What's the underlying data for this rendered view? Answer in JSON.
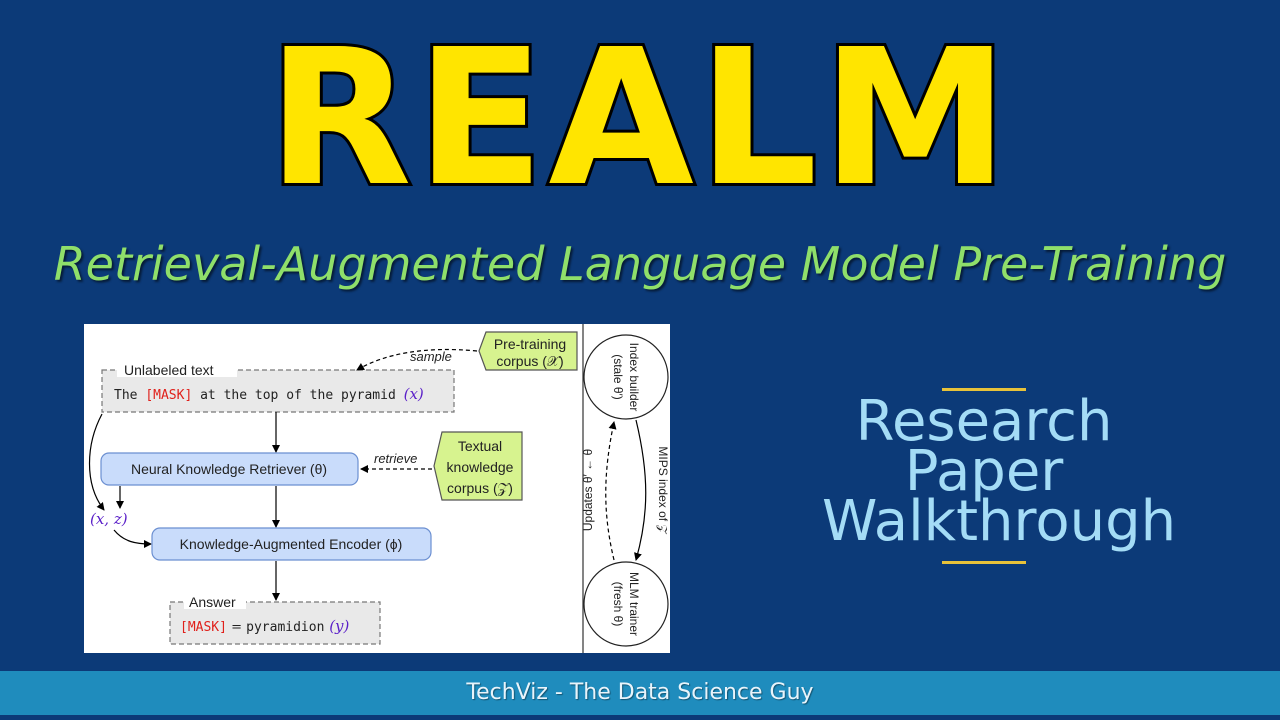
{
  "header": {
    "title": "REALM",
    "subtitle": "Retrieval-Augmented Language Model Pre-Training"
  },
  "figure": {
    "unlabeled_label": "Unlabeled text",
    "sentence_pre": "The ",
    "mask_token": "[MASK]",
    "sentence_post": " at the top of the pyramid ",
    "x_var": "(x)",
    "pretraining_line1": "Pre-training",
    "pretraining_line2": "corpus (𝒳)",
    "sample_label": "sample",
    "retriever_label": "Neural Knowledge Retriever (θ)",
    "retrieve_label": "retrieve",
    "textual_line1": "Textual",
    "textual_line2": "knowledge",
    "textual_line3": "corpus (𝒵)",
    "xz_label": "(x, z)",
    "encoder_label": "Knowledge-Augmented Encoder (ϕ)",
    "answer_label": "Answer",
    "answer_mask": "[MASK]",
    "answer_eq": " = ",
    "answer_word": "pyramidion",
    "y_var": " (y)",
    "index_line1": "Index builder",
    "index_line2": "(stale θ′)",
    "mips_label": "MIPS index of 𝒵",
    "updates_label": "Updates θ′ ← θ",
    "mlm_line1": "MLM trainer",
    "mlm_line2": "(fresh θ)"
  },
  "side": {
    "line1": "Research",
    "line2": "Paper",
    "line3": "Walkthrough"
  },
  "footer": {
    "text": "TechViz - The Data Science Guy"
  },
  "colors": {
    "background": "#0c3a78",
    "title": "#ffe500",
    "subtitle": "#8fdf6a",
    "side_text": "#a4dcf6",
    "footer_bar": "#1f8cbd",
    "mask_red": "#e0201b",
    "var_purple": "#5a1fc8"
  }
}
